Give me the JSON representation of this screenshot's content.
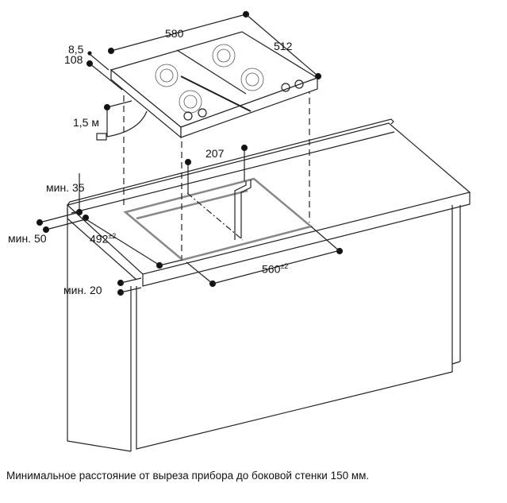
{
  "dimensions": {
    "hob_width": "580",
    "hob_depth": "512",
    "hob_height_top": "8,5",
    "hob_height_total": "108",
    "cable_length": "1,5 м",
    "connection_offset": "207",
    "min_back": "мин. 35",
    "min_side": "мин. 50",
    "cutout_depth": "492",
    "cutout_depth_tol": "±2",
    "cutout_width": "560",
    "cutout_width_tol": "±2",
    "min_front": "мин. 20"
  },
  "caption": "Минимальное расстояние от выреза прибора до боковой стенки 150 мм."
}
